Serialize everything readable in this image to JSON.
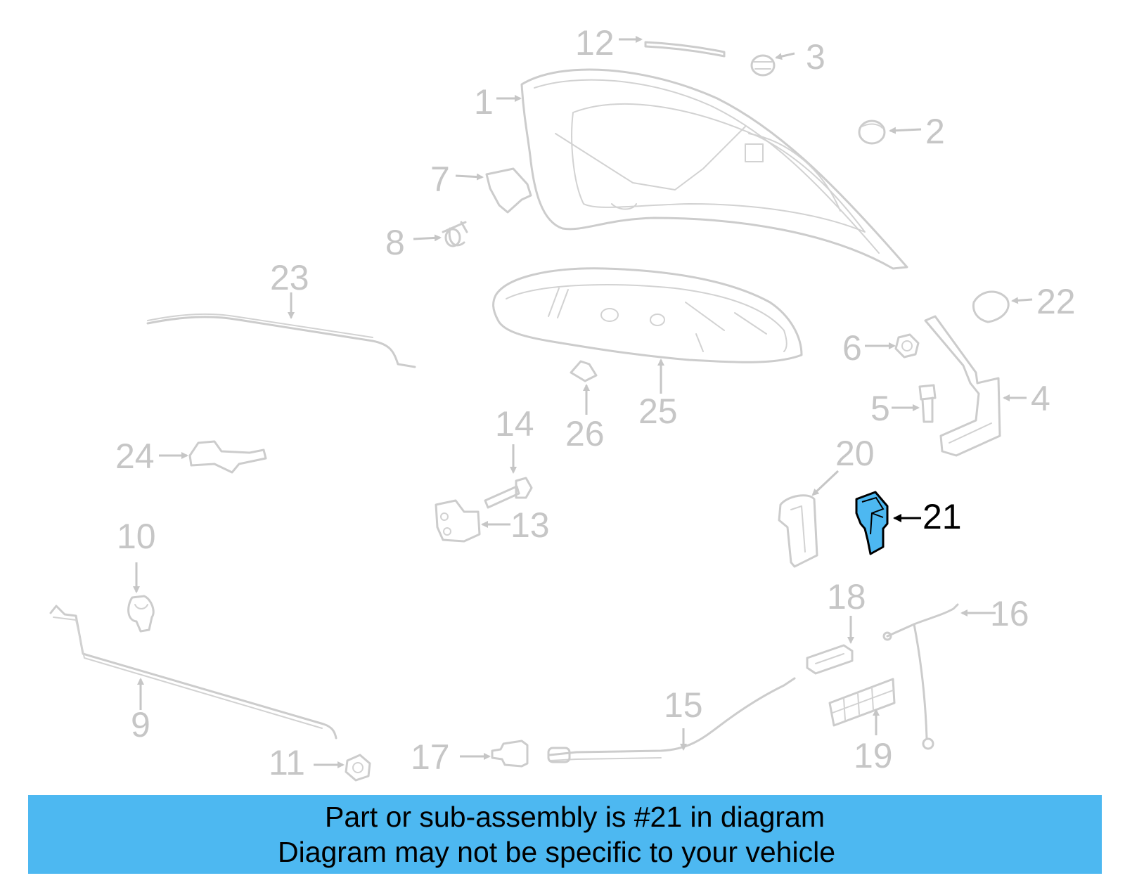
{
  "diagram": {
    "highlight_color": "#4db8f1",
    "ghost_color": "#c6c6c6",
    "highlighted_part": "21",
    "callouts": [
      "1",
      "2",
      "3",
      "4",
      "5",
      "6",
      "7",
      "8",
      "9",
      "10",
      "11",
      "12",
      "13",
      "14",
      "15",
      "16",
      "17",
      "18",
      "19",
      "20",
      "21",
      "22",
      "23",
      "24",
      "25",
      "26"
    ]
  },
  "banner": {
    "line1": "Part or sub-assembly is #21 in diagram",
    "line2": "Diagram may not be specific to your vehicle",
    "background": "#4db8f1"
  }
}
